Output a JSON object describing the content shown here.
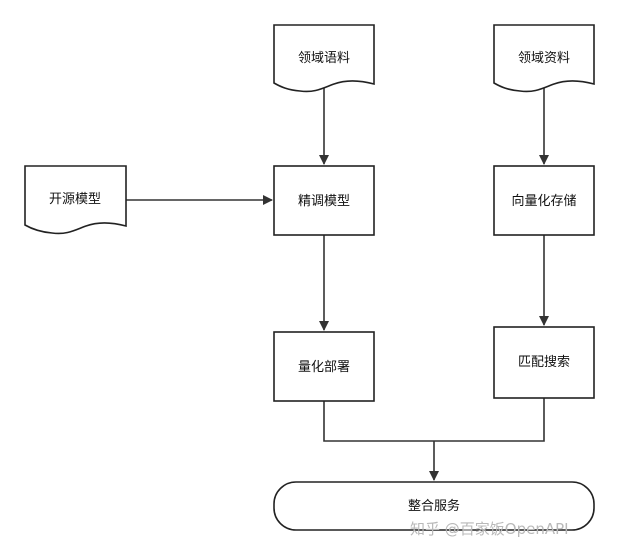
{
  "nodes": {
    "domain_corpus": "领域语料",
    "domain_data": "领域资料",
    "open_model": "开源模型",
    "finetune": "精调模型",
    "vector_store": "向量化存储",
    "quant_deploy": "量化部署",
    "match_search": "匹配搜索",
    "integrate": "整合服务"
  },
  "watermark": "知乎 @百家饭OpenAPI",
  "colors": {
    "stroke": "#222222",
    "fill": "#ffffff",
    "watermark": "#b9b9b9"
  }
}
